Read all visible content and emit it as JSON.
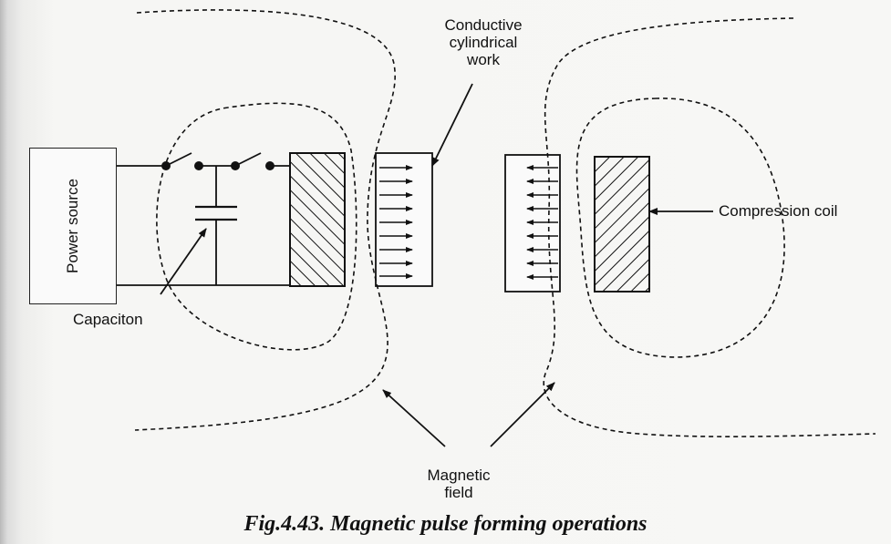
{
  "labels": {
    "power_source": "Power source",
    "capacitor": "Capaciton",
    "work_line1": "Conductive",
    "work_line2": "cylindrical",
    "work_line3": "work",
    "coil": "Compression coil",
    "field_line1": "Magnetic",
    "field_line2": "field"
  },
  "caption": "Fig.4.43.  Magnetic pulse forming operations",
  "colors": {
    "ink": "#111111",
    "paper": "#f7f7f5"
  }
}
